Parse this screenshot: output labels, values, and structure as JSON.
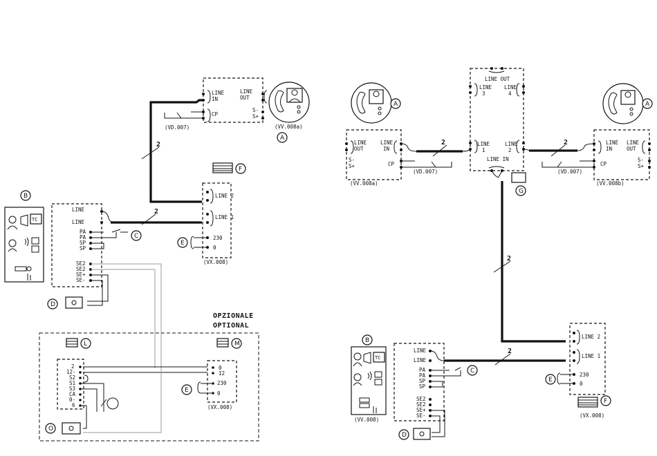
{
  "diagram": {
    "optional_title": [
      "OPZIONALE",
      "OPTIONAL"
    ],
    "cable_label": "2",
    "left": {
      "vv008a": {
        "line_in": [
          "LINE",
          "IN"
        ],
        "line_out": [
          "LINE",
          "OUT"
        ],
        "cp": "CP",
        "s_minus": "S-",
        "s_plus": "S+",
        "label": "(VV.008a)",
        "vd_label": "(VD.007)",
        "callout": "A"
      },
      "vx008": {
        "line2": "LINE 2",
        "line1": "LINE 1",
        "v230": "230",
        "v0": "0",
        "label": "(VX.008)",
        "callout_f": "F",
        "callout_e": "E"
      },
      "door": {
        "callout": "B",
        "tc": "TC",
        "terminals": [
          "LINE",
          "LINE",
          "PA",
          "PA",
          "SP",
          "SP",
          "SE2",
          "SE2",
          "SE+",
          "SE-"
        ],
        "callout_c": "C",
        "callout_d": "D"
      },
      "optional_unit": {
        "callout_l": "L",
        "callout_m": "M",
        "callout_o": "O",
        "terminals": [
          "2",
          "12-",
          "S2",
          "S1",
          "S3",
          "CA",
          "0-",
          "6"
        ],
        "vx_terminals": [
          "0",
          "12",
          "230",
          "0"
        ],
        "vx_label": "(VX.008)",
        "callout_e": "E"
      }
    },
    "right": {
      "vv008a": {
        "line_out": [
          "LINE",
          "OUT"
        ],
        "line_in": [
          "LINE",
          "IN"
        ],
        "s_minus": "S-",
        "s_plus": "S+",
        "cp": "CP",
        "label": "(VV.008a)",
        "vd_label": "(VD.007)",
        "callout": "A"
      },
      "distributor": {
        "line_out": "LINE OUT",
        "line3": [
          "LINE",
          "3"
        ],
        "line4": [
          "LINE",
          "4"
        ],
        "line1": [
          "LINE",
          "1"
        ],
        "line2": [
          "LINE",
          "2"
        ],
        "line_in": "LINE IN",
        "callout_g": "G"
      },
      "vv008b": {
        "line_in": [
          "LINE",
          "IN"
        ],
        "line_out": [
          "LINE",
          "OUT"
        ],
        "cp": "CP",
        "s_minus": "S-",
        "s_plus": "S+",
        "label": "(VV.008b)",
        "vd_label": "(VD.007)",
        "callout": "A"
      },
      "vx008": {
        "line2": "LINE 2",
        "line1": "LINE 1",
        "v230": "230",
        "v0": "0",
        "label": "(VX.008)",
        "callout_f": "F",
        "callout_e": "E"
      },
      "door": {
        "callout": "B",
        "tc": "TC",
        "label": "(VV.008)",
        "terminals": [
          "LINE",
          "LINE",
          "PA",
          "PA",
          "SP",
          "SP",
          "SE2",
          "SE2",
          "SE+",
          "SE-"
        ],
        "callout_c": "C",
        "callout_d": "D"
      }
    }
  }
}
